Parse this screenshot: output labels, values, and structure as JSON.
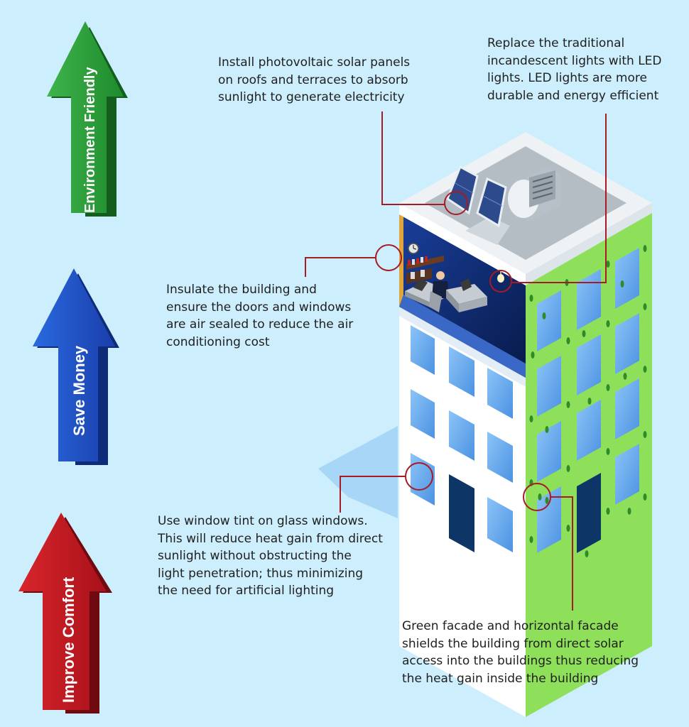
{
  "benefits": [
    {
      "label": "Environment Friendly",
      "color": "#2e9e3a"
    },
    {
      "label": "Save Money",
      "color": "#1e4fc4"
    },
    {
      "label": "Improve Comfort",
      "color": "#c4161c"
    }
  ],
  "callouts": {
    "solar": {
      "lines": [
        "Install photovoltaic solar panels",
        "on roofs and terraces to absorb",
        "sunlight to generate electricity"
      ]
    },
    "led": {
      "lines": [
        "Replace the traditional",
        "incandescent lights with LED",
        "lights. LED lights are more",
        "durable and energy efficient"
      ]
    },
    "insulate": {
      "lines": [
        "Insulate the building and",
        "ensure the doors and windows",
        "are air sealed to reduce the air",
        "conditioning cost"
      ]
    },
    "tint": {
      "lines": [
        "Use window tint on glass windows.",
        "This will reduce heat gain from direct",
        "sunlight without obstructing the",
        "light penetration; thus minimizing",
        "the need for artificial lighting"
      ]
    },
    "facade": {
      "lines": [
        "Green facade and horizontal facade",
        "shields the building from direct solar",
        "access into the buildings thus reducing",
        "the heat gain inside the building"
      ]
    }
  },
  "colors": {
    "background": "#cdeefc",
    "leader": "#a61b24",
    "green_wall": "#8ee05a",
    "glass": "#6aaef0",
    "interior": "#0d2a6e"
  }
}
